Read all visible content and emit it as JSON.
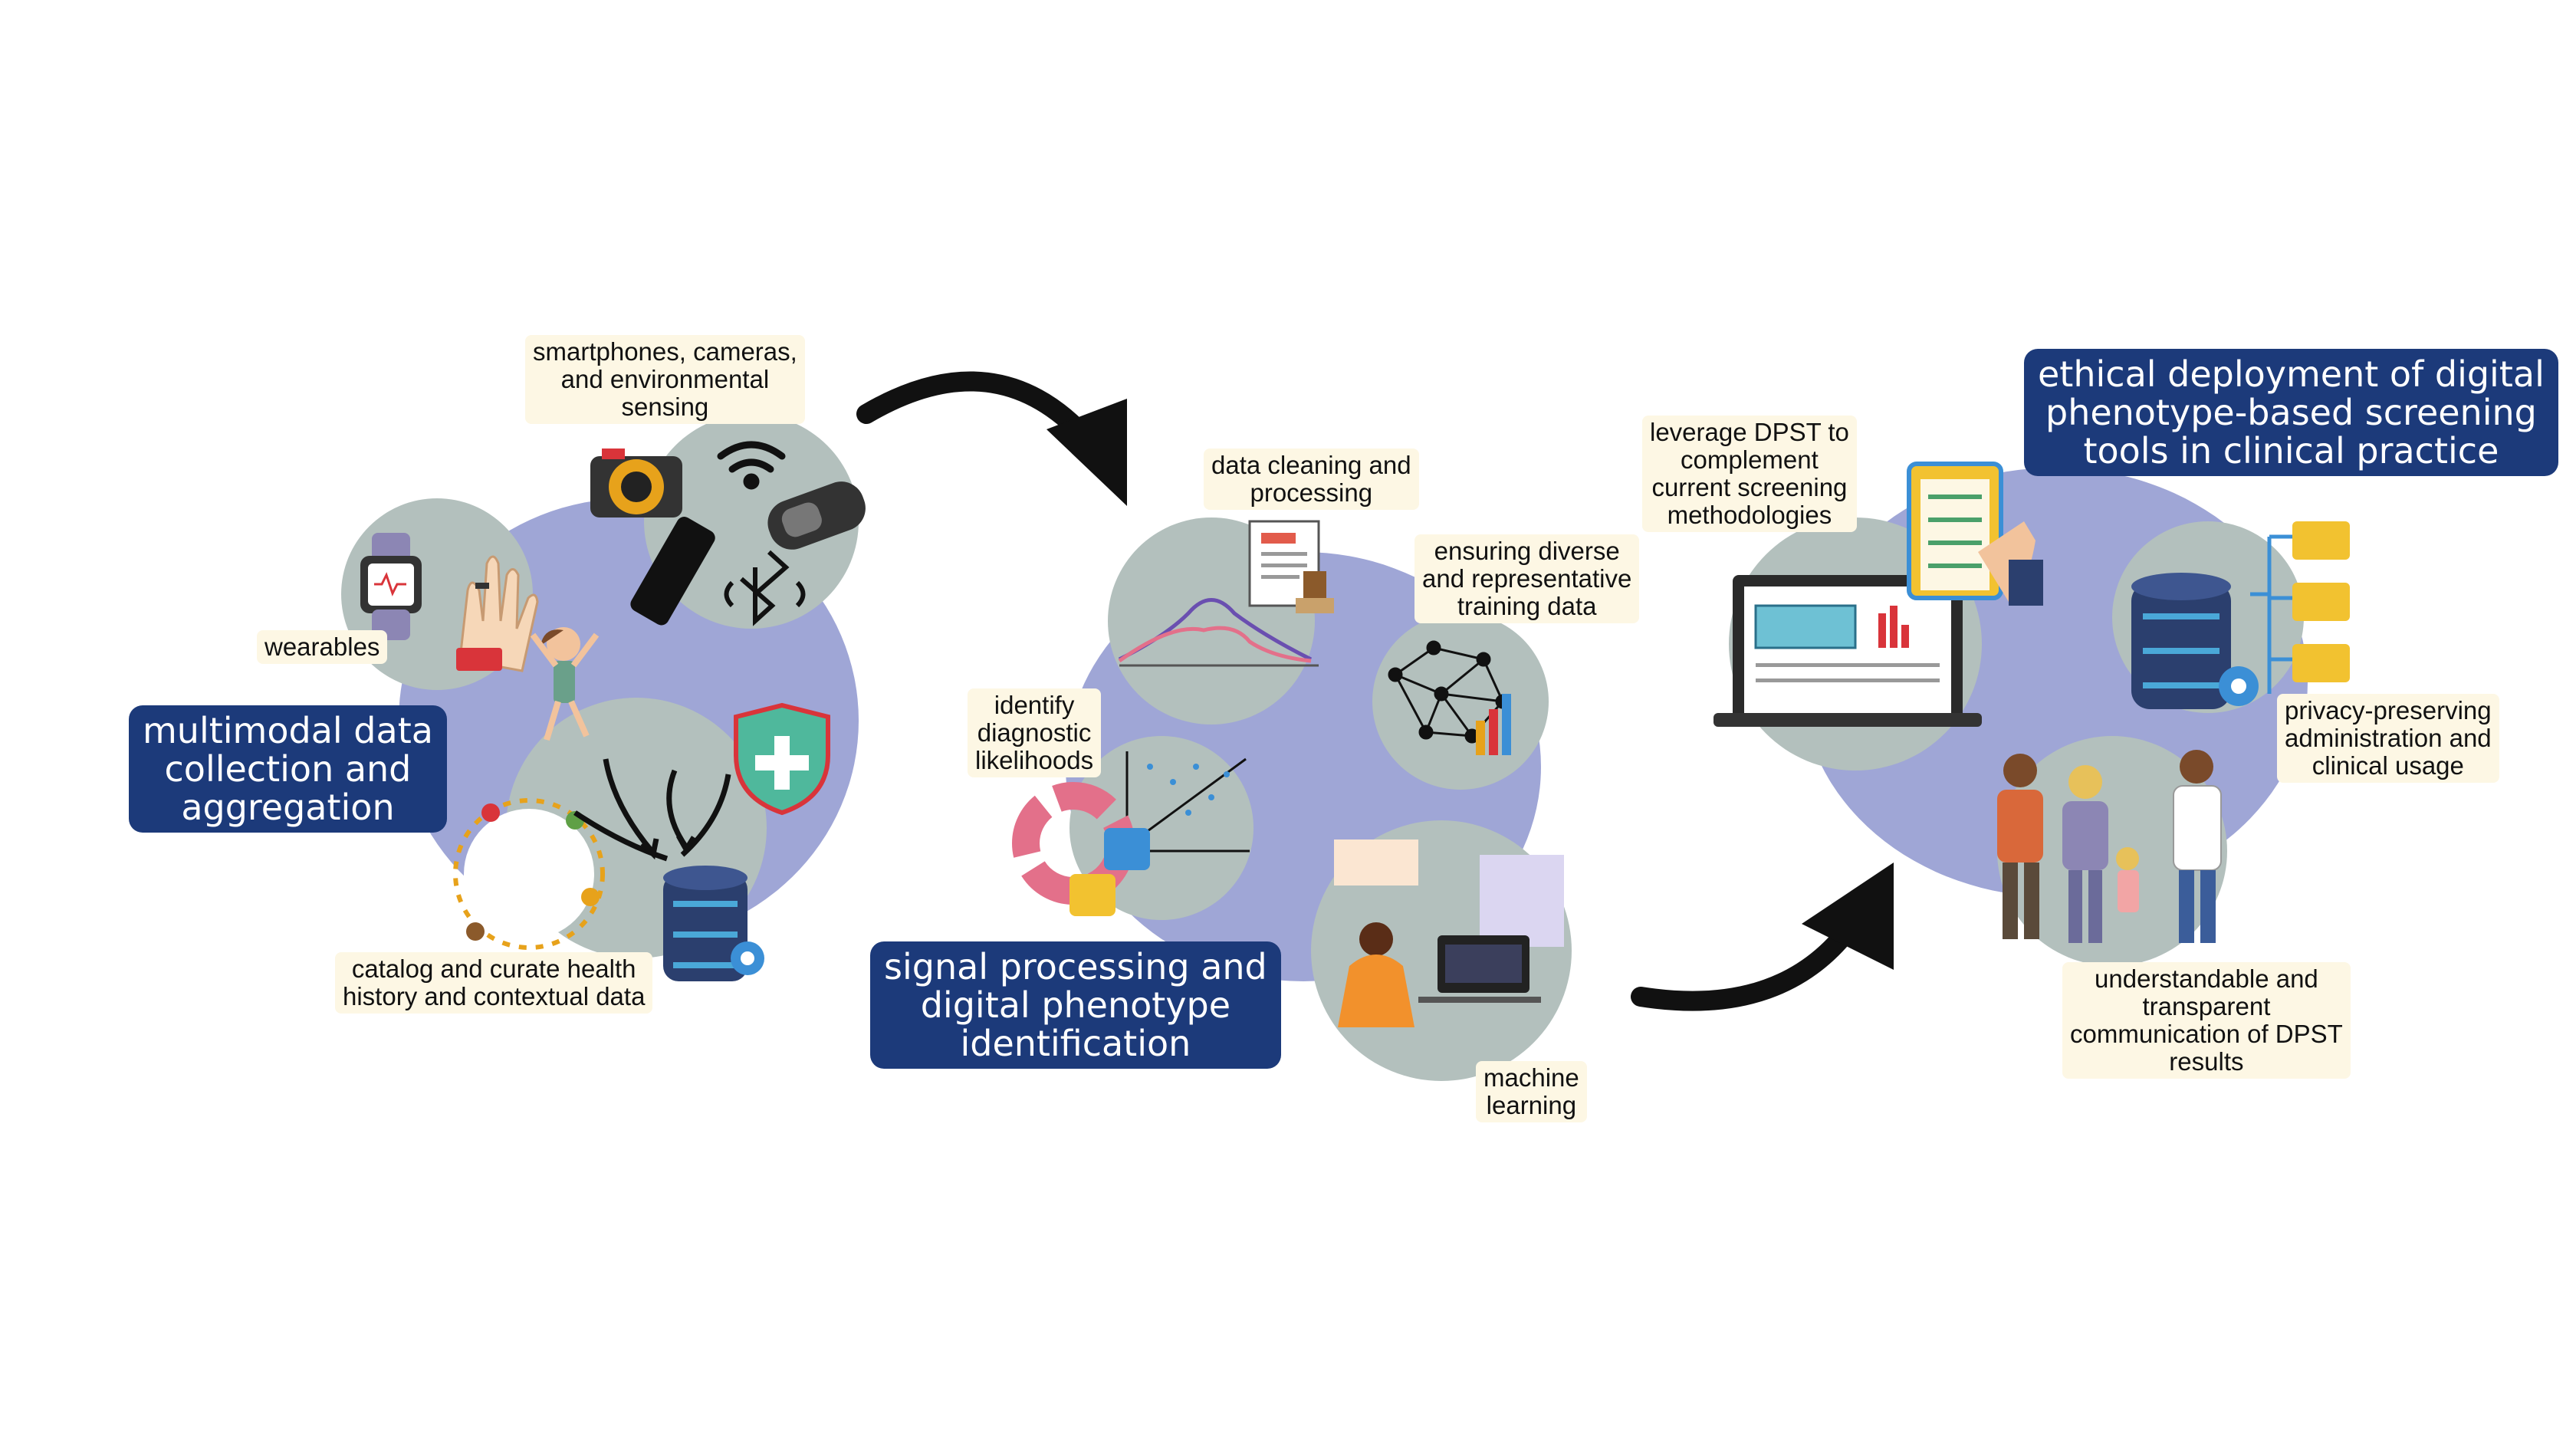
{
  "stages": [
    {
      "title": "multimodal data\ncollection and\naggregation",
      "items": [
        {
          "label": "smartphones, cameras,\nand environmental\nsensing"
        },
        {
          "label": "wearables"
        },
        {
          "label": "catalog and curate health\nhistory and contextual data"
        }
      ]
    },
    {
      "title": "signal processing and\ndigital phenotype\nidentification",
      "items": [
        {
          "label": "data cleaning and\nprocessing"
        },
        {
          "label": "ensuring diverse\nand representative\ntraining data"
        },
        {
          "label": "identify\ndiagnostic\nlikelihoods"
        },
        {
          "label": "machine\nlearning"
        }
      ]
    },
    {
      "title": "ethical deployment of digital\nphenotype-based screening\ntools in clinical practice",
      "items": [
        {
          "label": "leverage DPST to\ncomplement\ncurrent screening\nmethodologies"
        },
        {
          "label": "privacy-preserving\nadministration and\nclinical usage"
        },
        {
          "label": "understandable and\ntransparent\ncommunication of DPST\nresults"
        }
      ]
    }
  ],
  "colors": {
    "blob": "#9fa6d6",
    "circle": "#b3c0bd",
    "title_bg": "#1c3a7a",
    "label_bg": "#fdf7e4",
    "arrow": "#111111"
  }
}
